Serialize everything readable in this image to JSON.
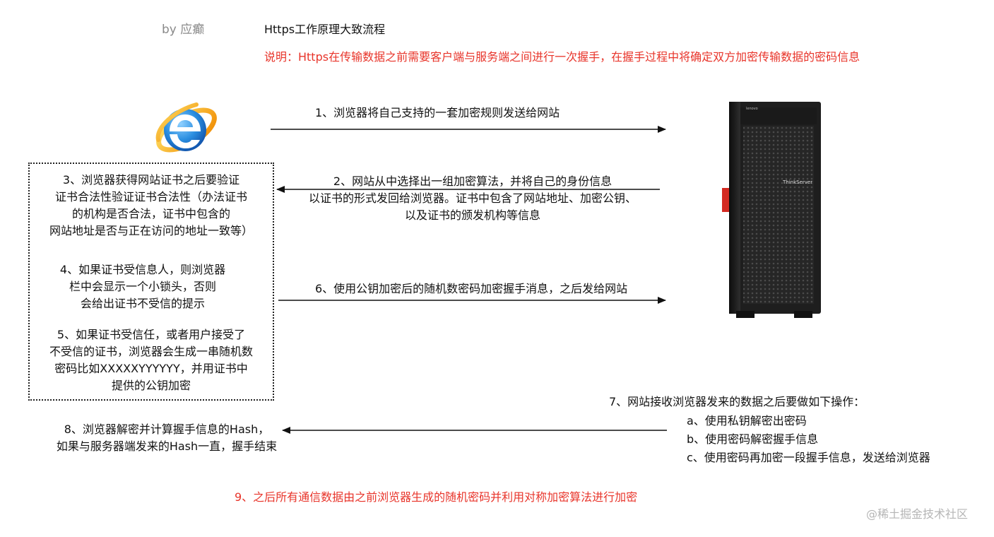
{
  "header": {
    "author": "by 应癫",
    "title": "Https工作原理大致流程",
    "description": "说明：Https在传输数据之前需要客户端与服务端之间进行一次握手，在握手过程中将确定双方加密传输数据的密码信息"
  },
  "icons": {
    "browser": "internet-explorer-icon",
    "server": "server-tower-icon"
  },
  "server": {
    "brand_label": "lenovo",
    "model_label": "ThinkServer"
  },
  "steps": {
    "step1": "1、浏览器将自己支持的一套加密规则发送给网站",
    "step2": [
      "2、网站从中选择出一组加密算法，并将自己的身份信息",
      "以证书的形式发回给浏览器。证书中包含了网站地址、加密公钥、",
      "以及证书的颁发机构等信息"
    ],
    "step3": [
      "3、浏览器获得网站证书之后要验证",
      "证书合法性验证证书合法性（办法证书",
      "的机构是否合法，证书中包含的",
      "网站地址是否与正在访问的地址一致等）"
    ],
    "step4": [
      "4、如果证书受信息人，则浏览器",
      "栏中会显示一个小锁头，否则",
      "会给出证书不受信的提示"
    ],
    "step5": [
      "5、如果证书受信任，或者用户接受了",
      "不受信的证书，浏览器会生成一串随机数",
      "密码比如XXXXXYYYYYY，并用证书中",
      "提供的公钥加密"
    ],
    "step6": "6、使用公钥加密后的随机数密码加密握手消息，之后发给网站",
    "step7": [
      "7、网站接收浏览器发来的数据之后要做如下操作：",
      "a、使用私钥解密出密码",
      "b、使用密码解密握手信息",
      "c、使用密码再加密一段握手信息，发送给浏览器"
    ],
    "step8": [
      "8、浏览器解密并计算握手信息的Hash，",
      "如果与服务器端发来的Hash一直，握手结束"
    ],
    "step9": "9、之后所有通信数据由之前浏览器生成的随机密码并利用对称加密算法进行加密"
  },
  "watermark": "@稀土掘金技术社区",
  "colors": {
    "accent_red": "#e8342a",
    "text": "#111111",
    "muted": "#8a8a8a",
    "ie_blue": "#1f7fd6",
    "ie_ring": "#f5b81b",
    "server_body": "#1e1e1e"
  }
}
